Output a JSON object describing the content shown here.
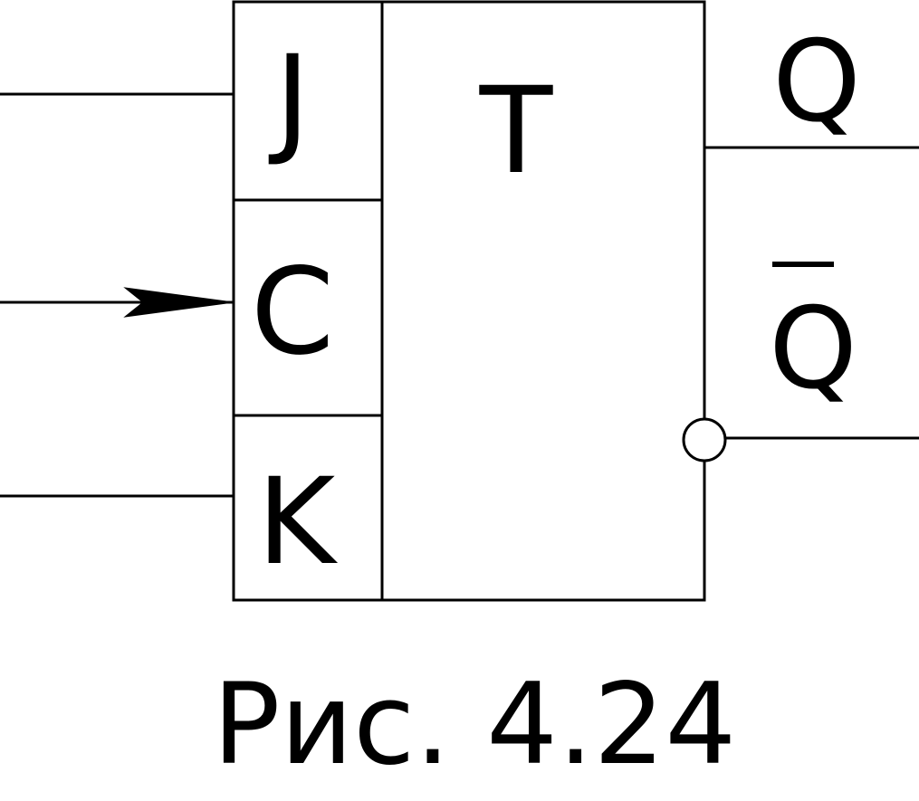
{
  "labels": {
    "j": "J",
    "c": "C",
    "k": "K",
    "t": "T",
    "q": "Q",
    "q_bar": "Q"
  },
  "caption": "Рис. 4.24"
}
